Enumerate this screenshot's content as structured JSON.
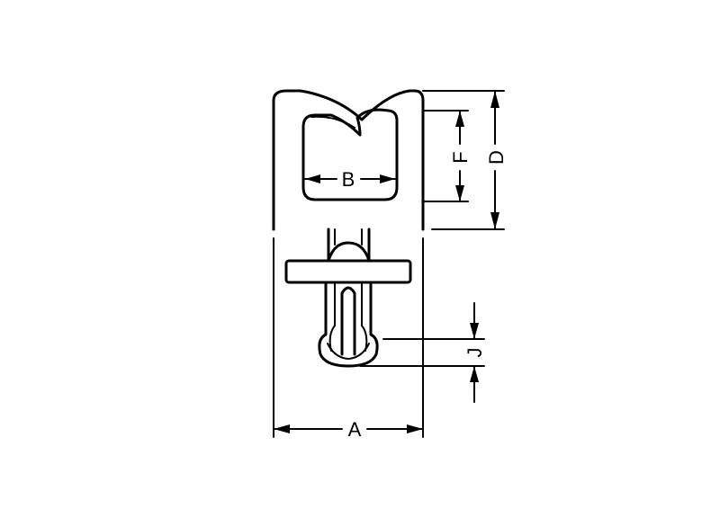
{
  "dimensions": {
    "A": "A",
    "B": "B",
    "D": "D",
    "F": "F",
    "J": "J"
  }
}
